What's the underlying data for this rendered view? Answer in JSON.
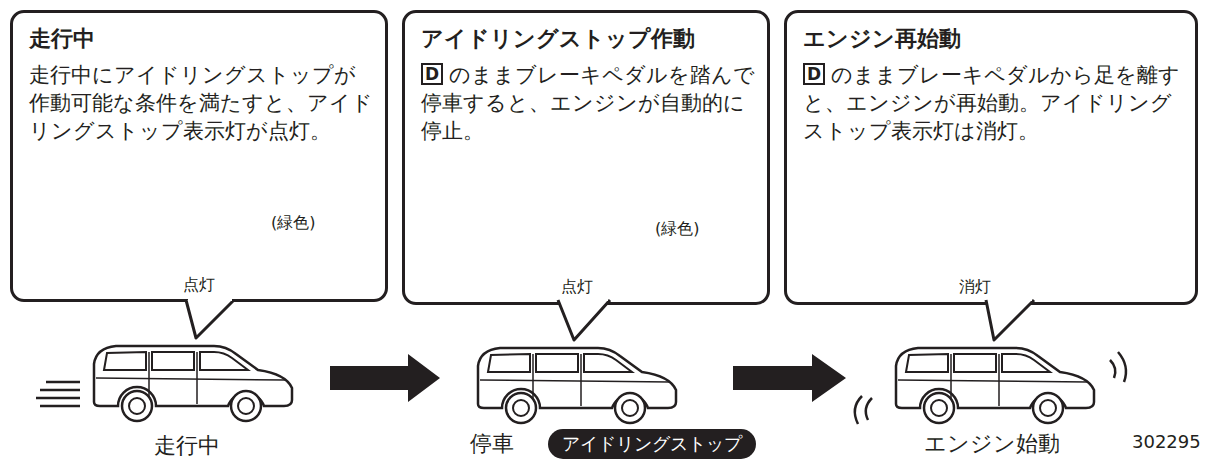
{
  "diagram": {
    "nodes": [
      {
        "text": [
          "走行中",
          "走行中にアイドリングストップが作動可能な条件を満たすと、アイドリングストップ表示灯が点灯。",
          "(緑色)",
          "点灯"
        ]
      },
      {
        "text": [
          "アイドリングストップ作動",
          "のままブレーキペダルを踏んで停車すると、エンジンが自動的に停止。",
          "(緑色)",
          "点灯"
        ]
      },
      {
        "text": [
          "D"
        ],
        "in": 1
      },
      {
        "text": [
          "エンジン再始動",
          "のままブレーキペダルから足を離すと、エンジンが再始動。アイドリングストップ表示灯は消灯。",
          "消灯"
        ]
      },
      {
        "text": [
          "D"
        ],
        "in": 3
      },
      {
        "text": [
          "アイドリングストップ"
        ]
      }
    ],
    "labels": [
      "走行中",
      "停車",
      "エンジン始動",
      "302295"
    ]
  }
}
